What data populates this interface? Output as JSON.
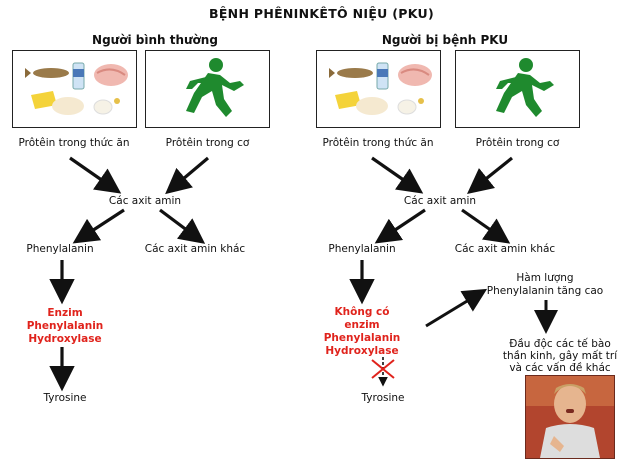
{
  "title": "BỆNH PHÊNINKÊTÔ NIỆU (PKU)",
  "columns": {
    "normal": {
      "heading": "Người bình thường",
      "food_label": "Prôtêin trong thức ăn",
      "muscle_label": "Prôtêin trong cơ",
      "amino": "Các axit amin",
      "phe": "Phenylalanin",
      "other": "Các axit amin khác",
      "enzyme": [
        "Enzim",
        "Phenylalanin",
        "Hydroxylase"
      ],
      "product": "Tyrosine"
    },
    "pku": {
      "heading": "Người bị bệnh PKU",
      "food_label": "Prôtêin trong thức ăn",
      "muscle_label": "Prôtêin trong cơ",
      "amino": "Các axit amin",
      "phe": "Phenylalanin",
      "other": "Các axit amin khác",
      "enzyme": [
        "Không có",
        "enzim",
        "Phenylalanin",
        "Hydroxylase"
      ],
      "product": "Tyrosine",
      "level": [
        "Hàm lượng",
        "Phenylalanin tăng cao"
      ],
      "effect": [
        "Đầu độc các tế bào",
        "thần kinh, gây mất trí",
        "và các vấn đề khác"
      ]
    }
  },
  "colors": {
    "arrow": "#111111",
    "enzyme_text": "#e0231c",
    "runner": "#1f8a2e",
    "cross": "#e0231c"
  },
  "icons": [
    "food-icon",
    "running-person-icon",
    "patient-photo"
  ]
}
